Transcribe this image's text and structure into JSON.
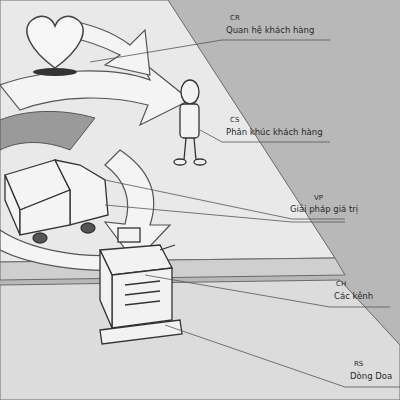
{
  "diagram": {
    "labels": [
      "CR",
      "Quan hệ khách hàng",
      "CS",
      "Phân khúc khách hàng",
      "VP",
      "Giải pháp giá trị",
      "CH",
      "Các kênh",
      "RS",
      "Dòng Doa"
    ]
  }
}
